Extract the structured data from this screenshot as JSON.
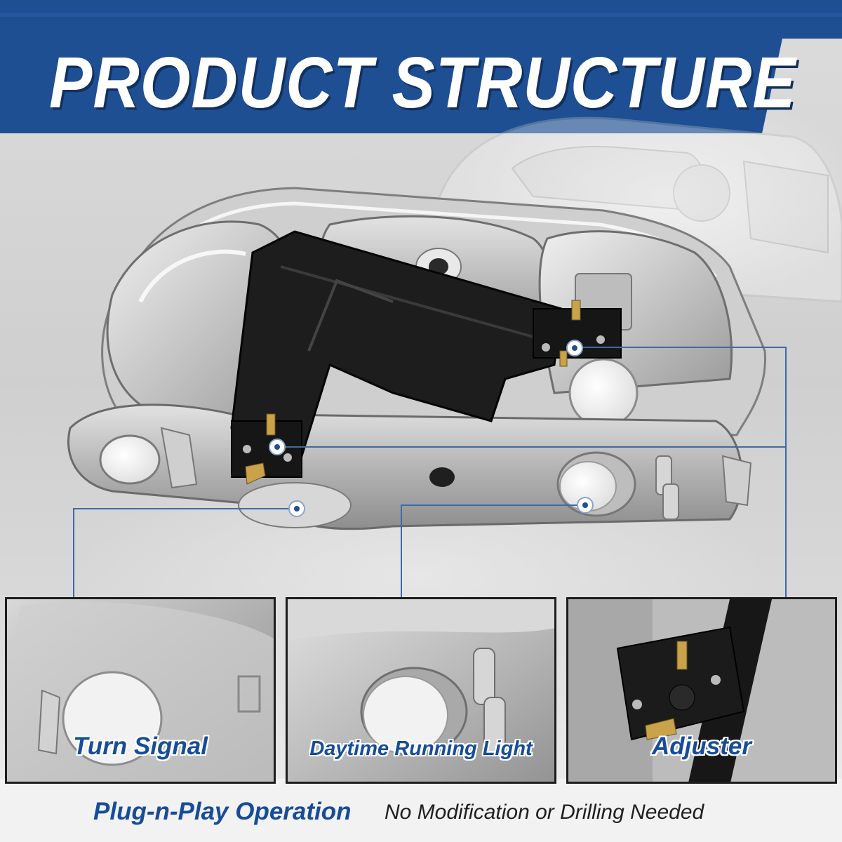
{
  "header": {
    "title": "PRODUCT STRUCTURE"
  },
  "callouts": [
    {
      "label": "Turn Signal"
    },
    {
      "label": "Daytime Running Light"
    },
    {
      "label": "Adjuster"
    }
  ],
  "footer": {
    "highlight": "Plug-n-Play Operation",
    "note": "No Modification or Drilling Needed"
  },
  "colors": {
    "banner_blue": "#1e4f93",
    "label_blue": "#174c98",
    "housing_silver": "#b9b9b9",
    "bracket_black": "#1b1b1b"
  }
}
